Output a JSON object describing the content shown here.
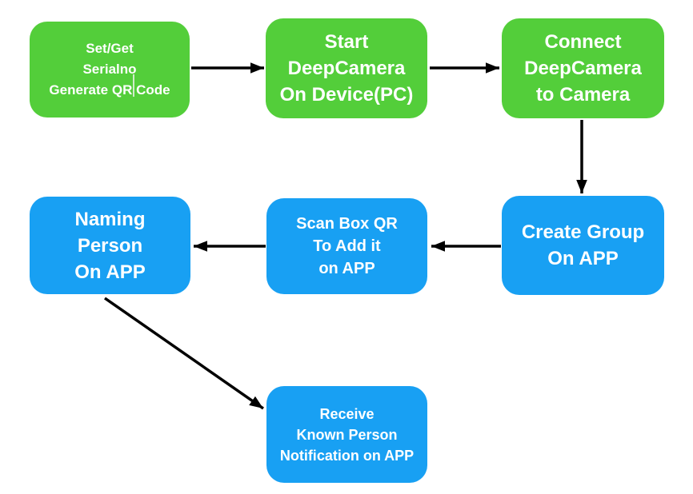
{
  "colors": {
    "node_green": "#53CE3A",
    "node_blue": "#18A0F3",
    "arrow": "#000000",
    "text": "#FFFFFF",
    "background": "#FFFFFF"
  },
  "nodes": [
    {
      "id": "set-get-serialno",
      "color": "green",
      "lines": [
        "Set/Get",
        "Serialno",
        "Generate QR Code"
      ]
    },
    {
      "id": "start-deepcamera",
      "color": "green",
      "lines": [
        "Start",
        "DeepCamera",
        "On Device(PC)"
      ]
    },
    {
      "id": "connect-deepcamera",
      "color": "green",
      "lines": [
        "Connect",
        "DeepCamera",
        "to Camera"
      ]
    },
    {
      "id": "create-group",
      "color": "blue",
      "lines": [
        "Create Group",
        "On APP"
      ]
    },
    {
      "id": "scan-box-qr",
      "color": "blue",
      "lines": [
        "Scan Box QR",
        "To Add it",
        "on APP"
      ]
    },
    {
      "id": "naming-person",
      "color": "blue",
      "lines": [
        "Naming",
        "Person",
        "On APP"
      ]
    },
    {
      "id": "receive-notification",
      "color": "blue",
      "lines": [
        "Receive",
        "Known Person",
        "Notification on APP"
      ]
    }
  ],
  "edges": [
    {
      "from": "set-get-serialno",
      "to": "start-deepcamera",
      "direction": "right"
    },
    {
      "from": "start-deepcamera",
      "to": "connect-deepcamera",
      "direction": "right"
    },
    {
      "from": "connect-deepcamera",
      "to": "create-group",
      "direction": "down"
    },
    {
      "from": "create-group",
      "to": "scan-box-qr",
      "direction": "left"
    },
    {
      "from": "scan-box-qr",
      "to": "naming-person",
      "direction": "left"
    },
    {
      "from": "naming-person",
      "to": "receive-notification",
      "direction": "down-right"
    }
  ]
}
